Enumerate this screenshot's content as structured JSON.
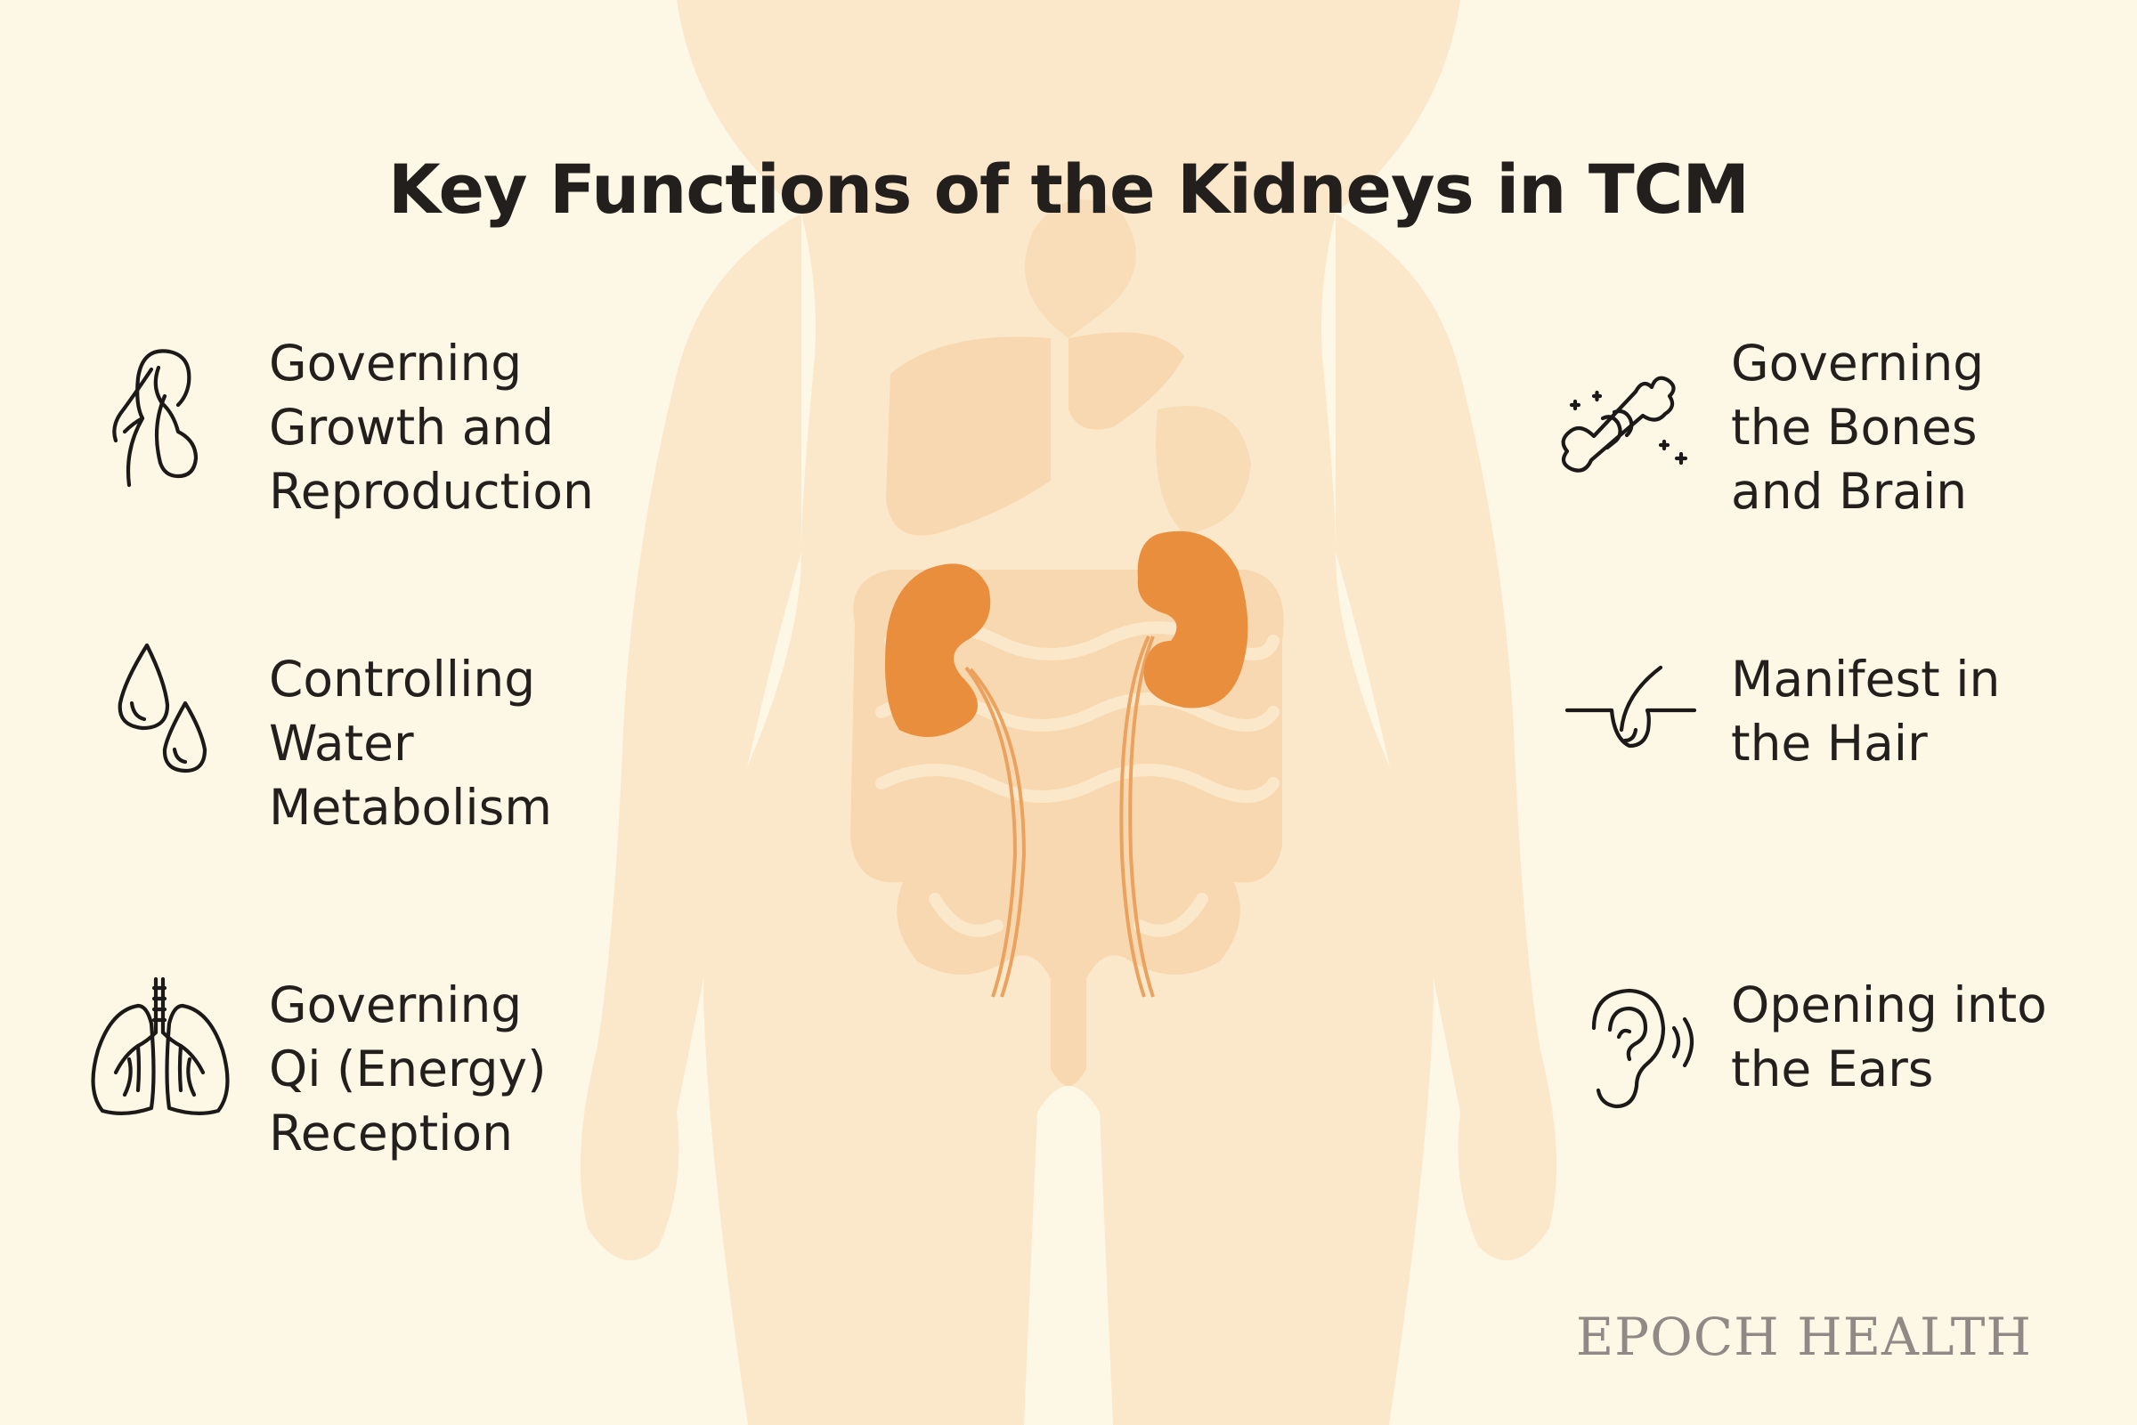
{
  "title": "Key Functions of the Kidneys in TCM",
  "colors": {
    "background": "#fdf7e6",
    "silhouette": "#fbe8cb",
    "organs": "#f8d8b0",
    "kidney": "#e98e3c",
    "ureter": "#eba25f",
    "text": "#231f1c",
    "brand": "#8f8a86"
  },
  "functions_left": [
    {
      "icon": "pregnant-woman-icon",
      "label": "Governing\nGrowth and\nReproduction"
    },
    {
      "icon": "water-drops-icon",
      "label": "Controlling\nWater\nMetabolism"
    },
    {
      "icon": "lungs-icon",
      "label": "Governing\nQi (Energy)\nReception"
    }
  ],
  "functions_right": [
    {
      "icon": "bone-icon",
      "label": "Governing\nthe Bones\nand Brain"
    },
    {
      "icon": "hair-follicle-icon",
      "label": "Manifest in\nthe Hair"
    },
    {
      "icon": "ear-icon",
      "label": "Opening into\nthe Ears"
    }
  ],
  "brand": "EPOCH HEALTH"
}
